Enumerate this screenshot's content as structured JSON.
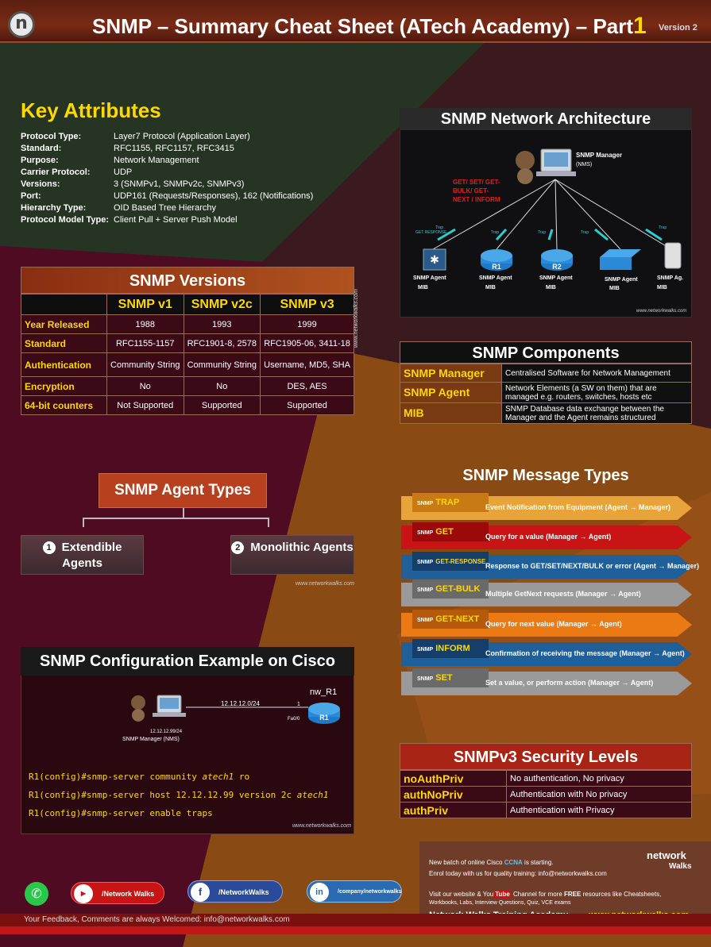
{
  "header": {
    "logo_glyph": "n",
    "title": "SNMP – Summary Cheat Sheet (ATech Academy) – Part",
    "title_part": "1",
    "version": "Version 2"
  },
  "key_attributes": {
    "title": "Key Attributes",
    "rows": [
      {
        "k": "Protocol Type:",
        "v": "Layer7 Protocol (Application Layer)"
      },
      {
        "k": "Standard:",
        "v": "RFC1155, RFC1157, RFC3415"
      },
      {
        "k": "Purpose:",
        "v": "Network Management"
      },
      {
        "k": "Carrier Protocol:",
        "v": "UDP"
      },
      {
        "k": "Versions:",
        "v": "3 (SNMPv1, SNMPv2c, SNMPv3)"
      },
      {
        "k": "Port:",
        "v": "UDP161 (Requests/Responses), 162 (Notifications)"
      },
      {
        "k": "Hierarchy Type:",
        "v": "OID Based Tree Hierarchy"
      },
      {
        "k": "Protocol Model Type:",
        "v": "Client Pull + Server Push Model"
      }
    ]
  },
  "versions": {
    "title": "SNMP Versions",
    "cols": [
      "SNMP v1",
      "SNMP v2c",
      "SNMP v3"
    ],
    "rows": [
      {
        "label": "Year Released",
        "v1": "1988",
        "v2c": "1993",
        "v3": "1999"
      },
      {
        "label": "Standard",
        "v1": "RFC1155-1157",
        "v2c": "RFC1901-8, 2578",
        "v3": "RFC1905-06, 3411-18"
      },
      {
        "label": "Authentication",
        "v1": "Community String",
        "v2c": "Community String",
        "v3": "Username, MD5, SHA"
      },
      {
        "label": "Encryption",
        "v1": "No",
        "v2c": "No",
        "v3": "DES, AES"
      },
      {
        "label": "64-bit counters",
        "v1": "Not Supported",
        "v2c": "Supported",
        "v3": "Supported"
      }
    ],
    "watermark": "www.networkwalks.com"
  },
  "architecture": {
    "title": "SNMP Network Architecture",
    "manager_label": "SNMP Manager",
    "manager_sub": "(NMS)",
    "request_label": "GET/ SET/ GET-BULK/ GET-NEXT / INFORM",
    "trap_label": "Trap",
    "get_response_label": "GET RESPONSE",
    "r1": "R1",
    "r2": "R2",
    "agent": "SNMP Agent",
    "agent_short": "SNMP Ag.",
    "mib": "MIB",
    "watermark": "www.networkwalks.com"
  },
  "components": {
    "title": "SNMP Components",
    "rows": [
      {
        "k": "SNMP Manager",
        "v": "Centralised Software for Network Management"
      },
      {
        "k": "SNMP Agent",
        "v": "Network Elements (a SW on them) that are managed e.g. routers, switches, hosts etc"
      },
      {
        "k": "MIB",
        "v": "SNMP Database data exchange between the Manager and the Agent remains structured"
      }
    ]
  },
  "agent_types": {
    "title": "SNMP Agent Types",
    "items": [
      {
        "num": "1",
        "label": "Extendible Agents"
      },
      {
        "num": "2",
        "label": "Monolithic Agents"
      }
    ],
    "watermark": "www.networkwalks.com"
  },
  "config": {
    "title": "SNMP Configuration Example on Cisco",
    "router_name": "nw_R1",
    "router_label": "R1",
    "network": "12.12.12.0/24",
    "interface_num": "1",
    "interface": "Fa0/0",
    "nms_ip": "12.12.12.99/24",
    "nms_label": "SNMP Manager (NMS)",
    "lines": [
      {
        "pre": "R1(config)#snmp-server community ",
        "it": "atech1",
        "post": " ro"
      },
      {
        "pre": "R1(config)#snmp-server host 12.12.12.99 version 2c ",
        "it": "atech1",
        "post": ""
      },
      {
        "pre": "R1(config)#snmp-server enable traps",
        "it": "",
        "post": ""
      }
    ],
    "watermark": "www.networkwalks.com"
  },
  "message_types": {
    "title": "SNMP Message Types",
    "prefix": "SNMP",
    "items": [
      {
        "name": "TRAP",
        "desc": "Event Notification from Equipment (Agent → Manager)",
        "color": "#e8a43a",
        "tag": "#c87a14"
      },
      {
        "name": "GET",
        "desc": "Query for a value (Manager → Agent)",
        "color": "#c81414",
        "tag": "#9a0a0a"
      },
      {
        "name": "GET-RESPONSE",
        "desc": "Response to GET/SET/NEXT/BULK or error (Agent → Manager)",
        "color": "#1f5f9a",
        "tag": "#153f6a"
      },
      {
        "name": "GET-BULK",
        "desc": "Multiple GetNext requests (Manager → Agent)",
        "color": "#9a9a9a",
        "tag": "#6a6a6a"
      },
      {
        "name": "GET-NEXT",
        "desc": "Query for next value (Manager → Agent)",
        "color": "#ec7a14",
        "tag": "#b45a0a"
      },
      {
        "name": "INFORM",
        "desc": "Confirmation of receiving the message (Manager → Agent)",
        "color": "#1f5f9a",
        "tag": "#153f6a"
      },
      {
        "name": "SET",
        "desc": "Set a value, or perform action (Manager → Agent)",
        "color": "#9a9a9a",
        "tag": "#6a6a6a"
      }
    ]
  },
  "security": {
    "title": "SNMPv3 Security Levels",
    "rows": [
      {
        "k": "noAuthPriv",
        "v": "No authentication, No privacy"
      },
      {
        "k": "authNoPriv",
        "v": "Authentication with No privacy"
      },
      {
        "k": "authPriv",
        "v": "Authentication with Privacy"
      }
    ]
  },
  "footer": {
    "promo_1a": "New batch of online Cisco ",
    "promo_1b": "CCNA",
    "promo_1c": " is starting.",
    "promo_2": "Enrol today with us for quality training: info@networkwalks.com",
    "promo_3a": "Visit our website & You",
    "promo_3b": "Tube",
    "promo_3c": " Channel for more ",
    "promo_3d": "FREE",
    "promo_3e": " resources like Cheatsheets,",
    "promo_4": "Workbooks, Labs, Interview Questions, Quiz, VCE exams",
    "academy": "Network Walks Training Academy",
    "website": "www.networkwalks.com",
    "brand_1": "network",
    "brand_2": "Walks",
    "social_youtube": "/Network Walks",
    "social_facebook": "/NetworkWalks",
    "social_linkedin": "/company/networkwalks",
    "feedback": "Your Feedback, Comments are always Welcomed: info@networkwalks.com"
  }
}
